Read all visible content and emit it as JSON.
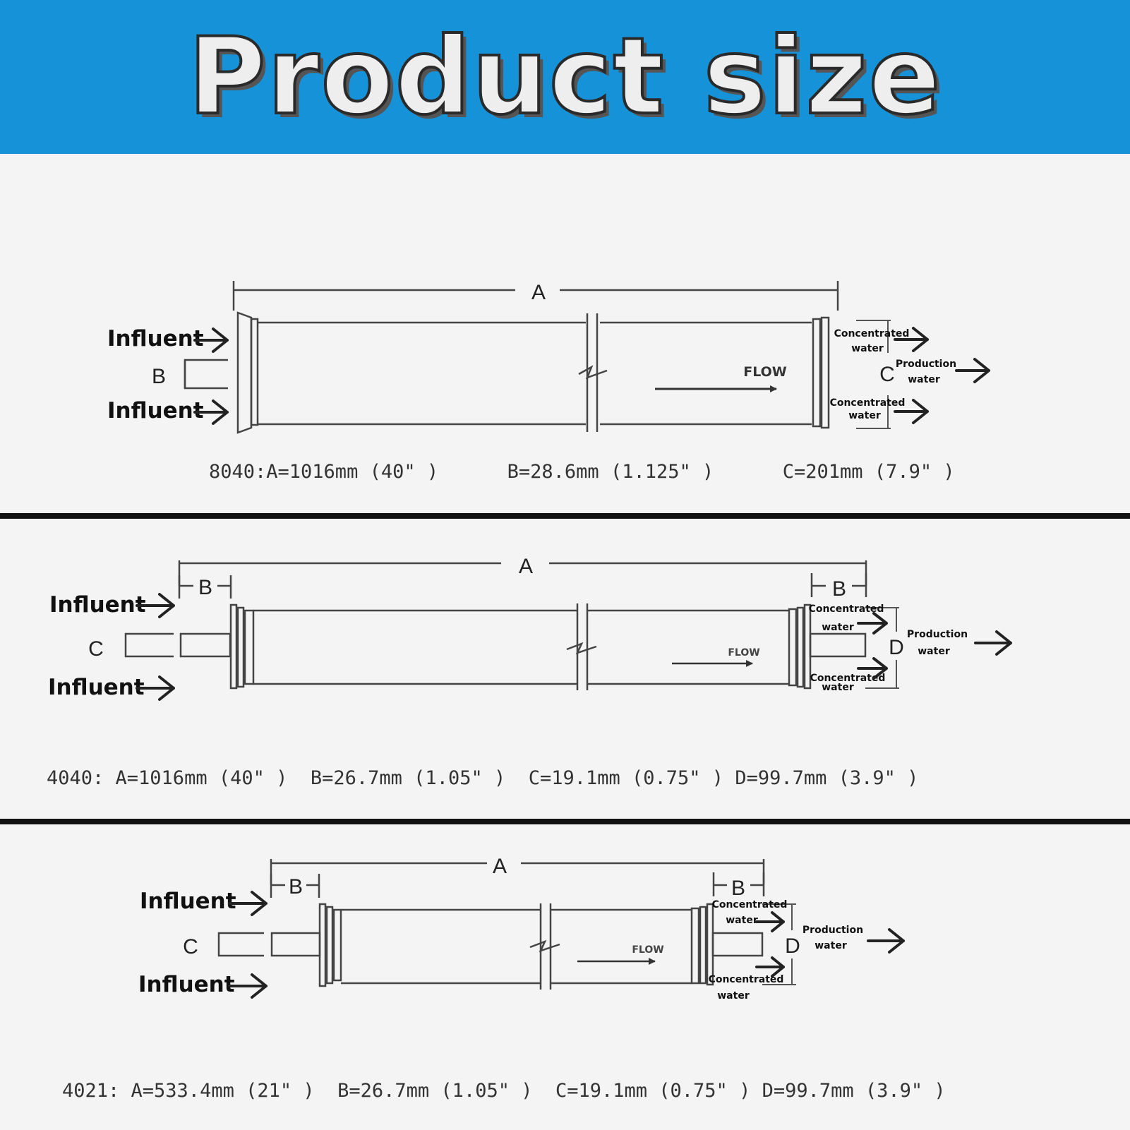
{
  "banner": {
    "title": "Product size",
    "color": "#1692d8"
  },
  "labels": {
    "influent": "Influent",
    "concentrated": "Concentrated",
    "water": "water",
    "production": "Production",
    "flow": "FLOW"
  },
  "letters": {
    "a": "A",
    "b": "B",
    "c": "C",
    "d": "D"
  },
  "specs": {
    "m8040": "8040:A=1016mm (40\" )      B=28.6mm (1.125\" )      C=201mm (7.9\" )",
    "m4040": "4040: A=1016mm (40\" )  B=26.7mm (1.05\" )  C=19.1mm (0.75\" ) D=99.7mm (3.9\" )",
    "m4021": "4021: A=533.4mm (21\" )  B=26.7mm (1.05\" )  C=19.1mm (0.75\" ) D=99.7mm (3.9\" )"
  }
}
